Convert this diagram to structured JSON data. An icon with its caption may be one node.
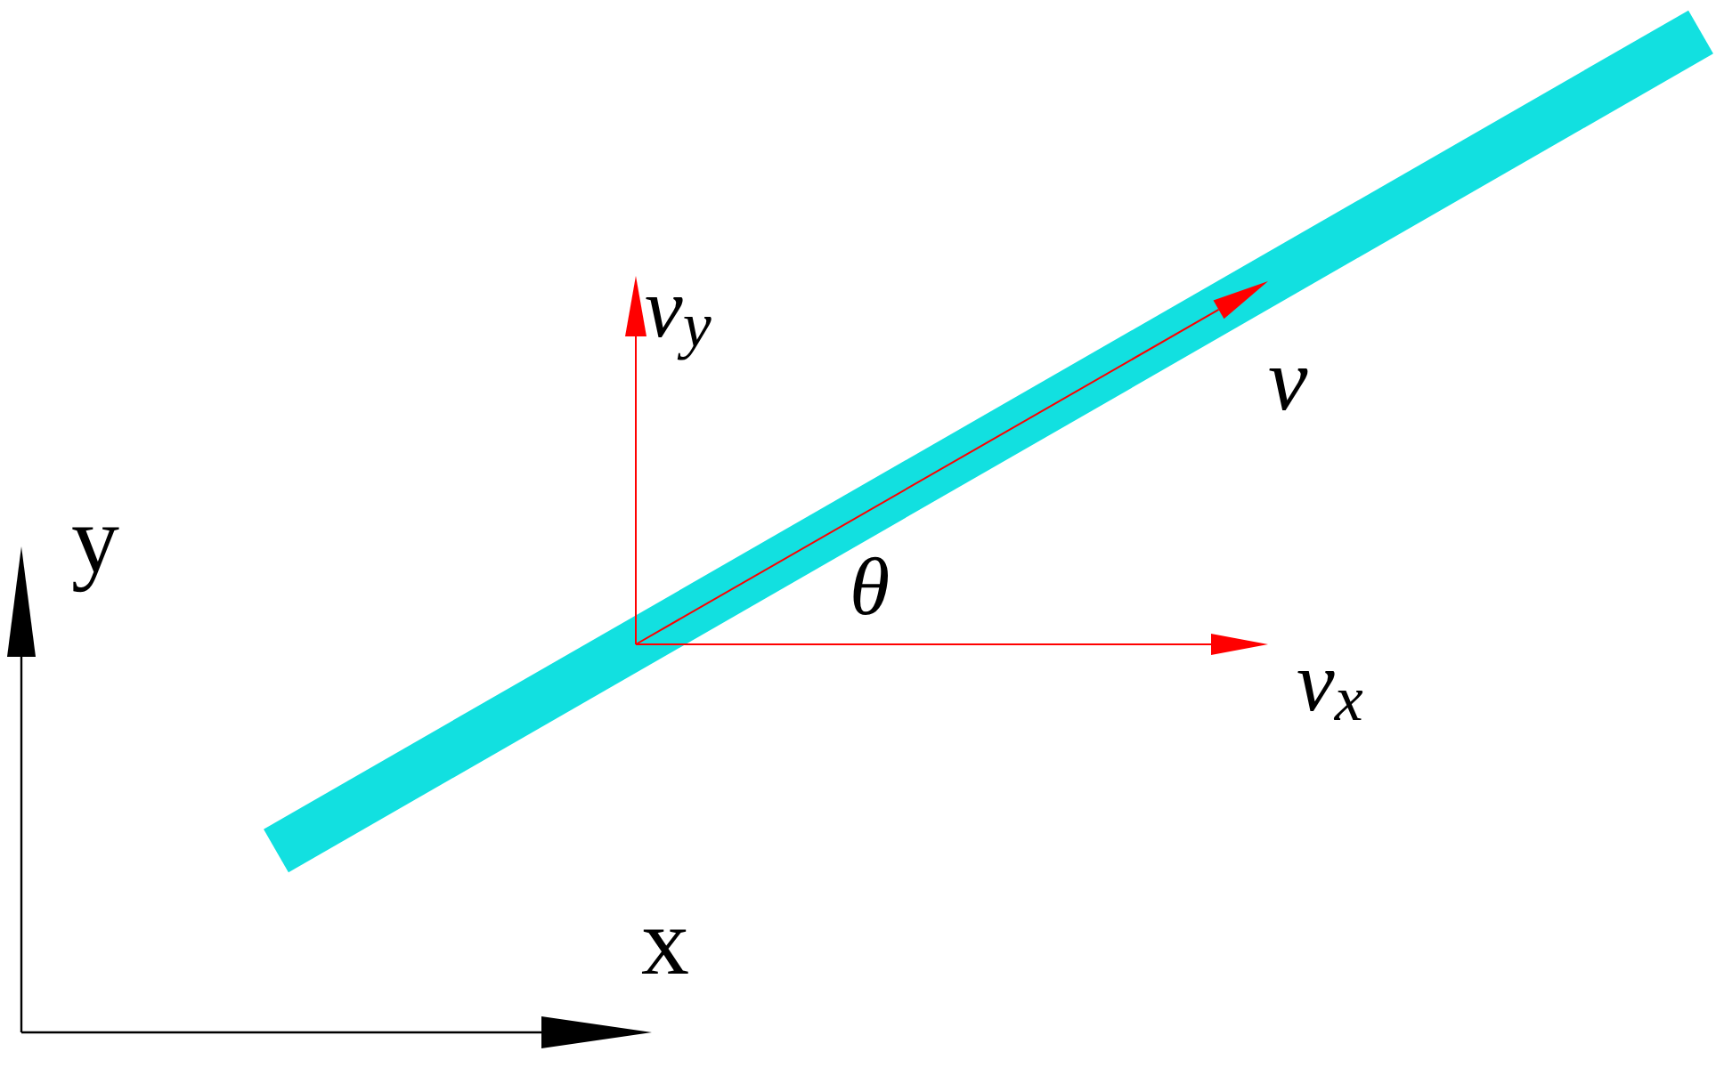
{
  "diagram": {
    "labels": [
      "v$_{y}$",
      "v",
      "y",
      "θ",
      "v$_{x}$",
      "x"
    ]
  }
}
